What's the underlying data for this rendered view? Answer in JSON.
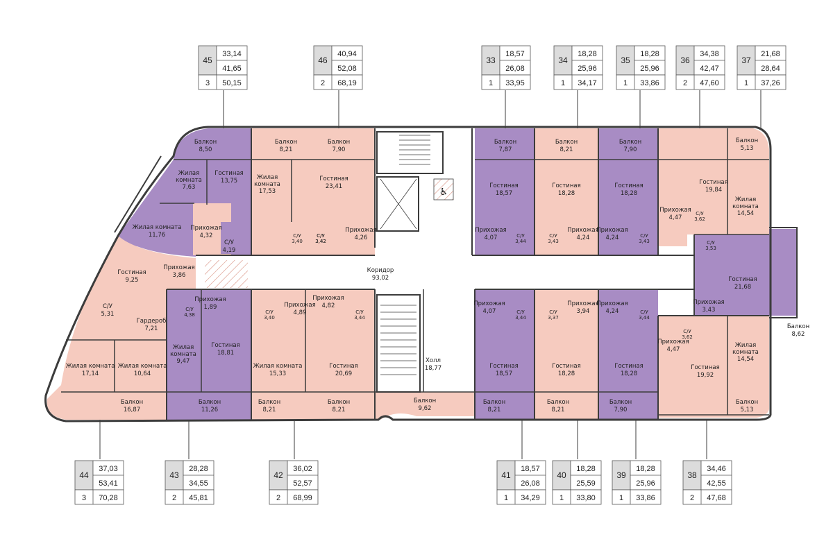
{
  "colors": {
    "purple": "#a88cc4",
    "pink": "#f6cbbf",
    "white": "#ffffff",
    "wall": "#3c3c3c",
    "label_bg": "#dcdcdc",
    "hatch": "#d89080"
  },
  "apartments": [
    {
      "num": "45",
      "rooms": "3",
      "v1": "33,14",
      "v2": "41,65",
      "v3": "50,15"
    },
    {
      "num": "46",
      "rooms": "2",
      "v1": "40,94",
      "v2": "52,08",
      "v3": "68,19"
    },
    {
      "num": "33",
      "rooms": "1",
      "v1": "18,57",
      "v2": "26,08",
      "v3": "33,95"
    },
    {
      "num": "34",
      "rooms": "1",
      "v1": "18,28",
      "v2": "25,96",
      "v3": "34,17"
    },
    {
      "num": "35",
      "rooms": "1",
      "v1": "18,28",
      "v2": "25,96",
      "v3": "33,86"
    },
    {
      "num": "36",
      "rooms": "2",
      "v1": "34,38",
      "v2": "42,47",
      "v3": "47,60"
    },
    {
      "num": "37",
      "rooms": "1",
      "v1": "21,68",
      "v2": "28,64",
      "v3": "37,26"
    },
    {
      "num": "44",
      "rooms": "3",
      "v1": "37,03",
      "v2": "53,41",
      "v3": "70,28"
    },
    {
      "num": "43",
      "rooms": "2",
      "v1": "28,28",
      "v2": "34,55",
      "v3": "45,81"
    },
    {
      "num": "42",
      "rooms": "2",
      "v1": "36,02",
      "v2": "52,57",
      "v3": "68,99"
    },
    {
      "num": "41",
      "rooms": "1",
      "v1": "18,57",
      "v2": "26,08",
      "v3": "34,29"
    },
    {
      "num": "40",
      "rooms": "1",
      "v1": "18,28",
      "v2": "25,59",
      "v3": "33,80"
    },
    {
      "num": "39",
      "rooms": "1",
      "v1": "18,28",
      "v2": "25,96",
      "v3": "33,86"
    },
    {
      "num": "38",
      "rooms": "2",
      "v1": "34,46",
      "v2": "42,55",
      "v3": "47,68"
    }
  ],
  "rooms": [
    {
      "name": "Балкон",
      "area": "8,50"
    },
    {
      "name": "Балкон",
      "area": "8,21"
    },
    {
      "name": "Балкон",
      "area": "7,90"
    },
    {
      "name": "Балкон",
      "area": "7,87"
    },
    {
      "name": "Балкон",
      "area": "8,21"
    },
    {
      "name": "Балкон",
      "area": "7,90"
    },
    {
      "name": "Балкон",
      "area": "5,13"
    },
    {
      "name": "Жилая комната",
      "area": "7,63"
    },
    {
      "name": "Гостиная",
      "area": "13,75"
    },
    {
      "name": "Жилая комната",
      "area": "17,53"
    },
    {
      "name": "Гостиная",
      "area": "23,41"
    },
    {
      "name": "Гостиная",
      "area": "18,57"
    },
    {
      "name": "Гостиная",
      "area": "18,28"
    },
    {
      "name": "Гостиная",
      "area": "18,28"
    },
    {
      "name": "Гостиная",
      "area": "19,84"
    },
    {
      "name": "Жилая комната",
      "area": "14,54"
    },
    {
      "name": "Жилая комната",
      "area": "11,76"
    },
    {
      "name": "Прихожая",
      "area": "4,32"
    },
    {
      "name": "С/У",
      "area": "4,19"
    },
    {
      "name": "Прихожая",
      "area": "4,26"
    },
    {
      "name": "Прихожая",
      "area": "4,07"
    },
    {
      "name": "Прихожая",
      "area": "4,24"
    },
    {
      "name": "Прихожая",
      "area": "4,24"
    },
    {
      "name": "Прихожая",
      "area": "4,47"
    },
    {
      "name": "Гостиная",
      "area": "9,25"
    },
    {
      "name": "Прихожая",
      "area": "3,86"
    },
    {
      "name": "Коридор",
      "area": "93,02"
    },
    {
      "name": "Гостиная",
      "area": "21,68"
    },
    {
      "name": "С/У",
      "area": "5,31"
    },
    {
      "name": "Гардероб",
      "area": "7,21"
    },
    {
      "name": "Прихожая",
      "area": "1,89"
    },
    {
      "name": "Прихожая",
      "area": "4,89"
    },
    {
      "name": "Прихожая",
      "area": "4,82"
    },
    {
      "name": "Прихожая",
      "area": "4,07"
    },
    {
      "name": "Прихожая",
      "area": "3,94"
    },
    {
      "name": "Прихожая",
      "area": "4,24"
    },
    {
      "name": "Прихожая",
      "area": "3,43"
    },
    {
      "name": "Прихожая",
      "area": "4,47"
    },
    {
      "name": "Жилая комната",
      "area": "9,47"
    },
    {
      "name": "Гостиная",
      "area": "18,81"
    },
    {
      "name": "Жилая комната",
      "area": "15,33"
    },
    {
      "name": "Гостиная",
      "area": "20,69"
    },
    {
      "name": "Холл",
      "area": "18,77"
    },
    {
      "name": "Гостиная",
      "area": "18,57"
    },
    {
      "name": "Гостиная",
      "area": "18,28"
    },
    {
      "name": "Гостиная",
      "area": "18,28"
    },
    {
      "name": "Гостиная",
      "area": "19,92"
    },
    {
      "name": "Жилая комната",
      "area": "14,54"
    },
    {
      "name": "Жилая комната",
      "area": "17,14"
    },
    {
      "name": "Жилая комната",
      "area": "10,64"
    },
    {
      "name": "Балкон",
      "area": "16,87"
    },
    {
      "name": "Балкон",
      "area": "11,26"
    },
    {
      "name": "Балкон",
      "area": "8,21"
    },
    {
      "name": "Балкон",
      "area": "8,21"
    },
    {
      "name": "Балкон",
      "area": "9,62"
    },
    {
      "name": "Балкон",
      "area": "8,21"
    },
    {
      "name": "Балкон",
      "area": "8,21"
    },
    {
      "name": "Балкон",
      "area": "7,90"
    },
    {
      "name": "Балкон",
      "area": "5,13"
    },
    {
      "name": "Балкон",
      "area": "8,62"
    }
  ],
  "baths": [
    "3,40",
    "3,42",
    "3,42",
    "3,44",
    "3,43",
    "3,43",
    "3,62",
    "3,53",
    "4,38",
    "3,40",
    "3,44",
    "3,44",
    "3,37",
    "3,44",
    "3,62"
  ]
}
